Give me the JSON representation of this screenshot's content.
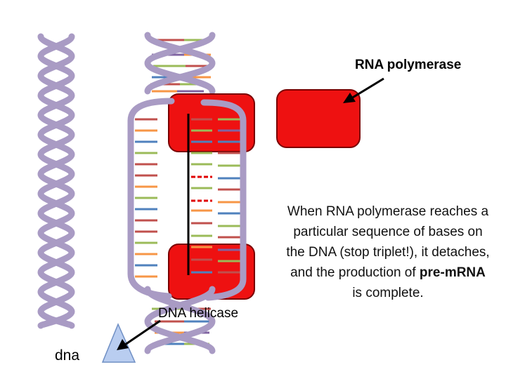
{
  "labels": {
    "rna_polymerase": "RNA polymerase",
    "dna_helicase": "DNA helicase",
    "dna": "dna"
  },
  "caption": {
    "before_bold": "When RNA polymerase reaches a particular sequence of bases on the DNA (stop triplet!), it detaches, and the production of ",
    "bold": "pre-mRNA",
    "after_bold": " is complete."
  },
  "colors": {
    "backbone": "#a99bc4",
    "polymerase": "#ee1111",
    "helicase": "#b9cdf0",
    "base_colors": [
      "#c0504d",
      "#9bbb59",
      "#4f81bd",
      "#f79646",
      "#8064a2"
    ]
  }
}
